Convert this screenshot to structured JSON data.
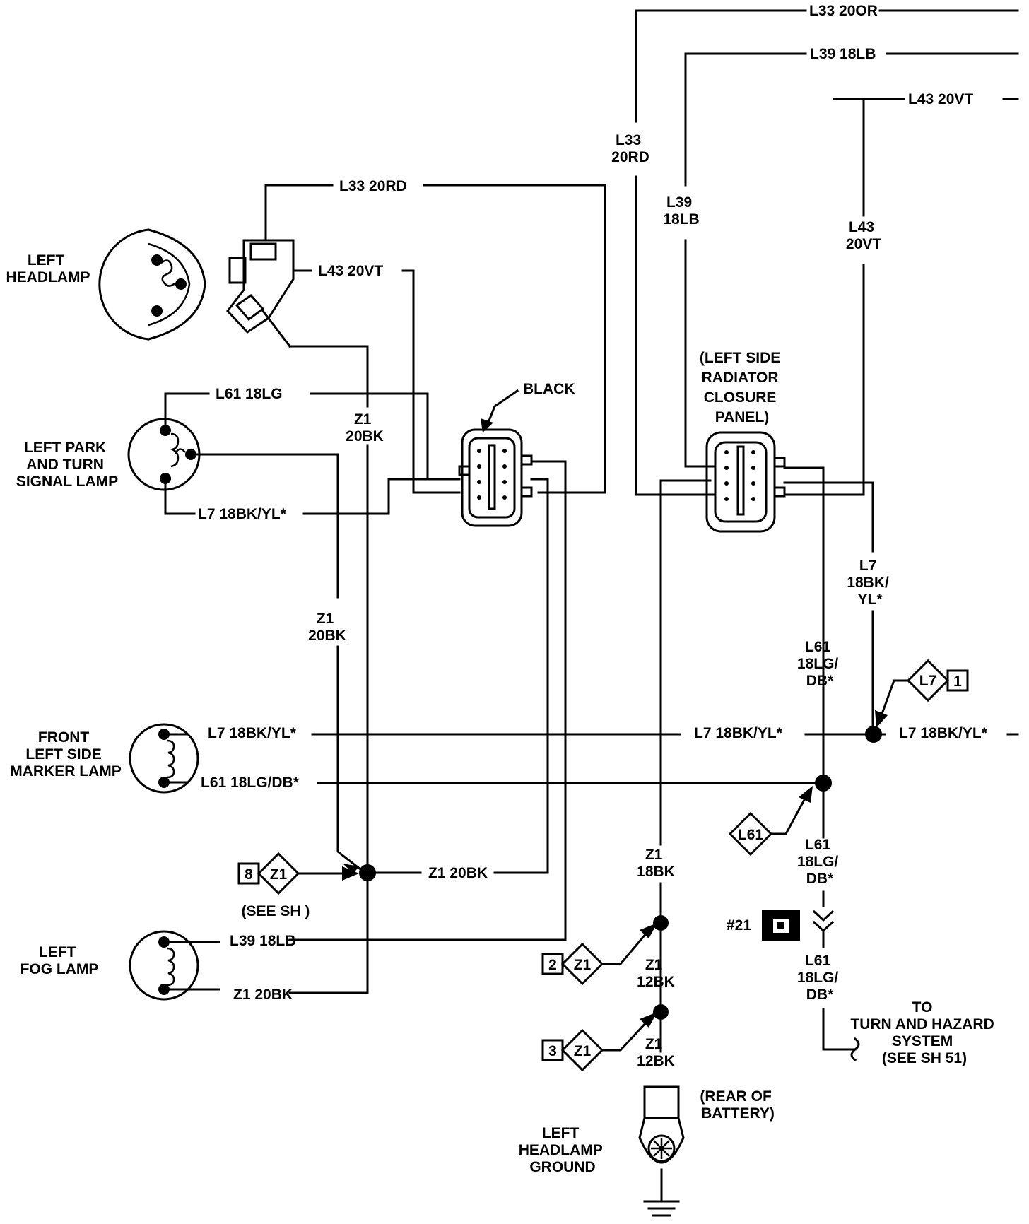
{
  "components": {
    "left_headlamp": [
      "LEFT",
      "HEADLAMP"
    ],
    "left_park_turn": [
      "LEFT PARK",
      "AND TURN",
      "SIGNAL LAMP"
    ],
    "front_marker": [
      "FRONT",
      "LEFT SIDE",
      "MARKER LAMP"
    ],
    "left_fog": [
      "LEFT",
      "FOG LAMP"
    ],
    "left_headlamp_ground": [
      "LEFT",
      "HEADLAMP",
      "GROUND"
    ],
    "black_connector": "BLACK",
    "radiator_panel": [
      "(LEFT SIDE",
      "RADIATOR",
      "CLOSURE",
      "PANEL)"
    ],
    "rear_of_battery": [
      "(REAR OF",
      "BATTERY)"
    ],
    "see_sh": "(SEE SH )",
    "turn_hazard": [
      "TO",
      "TURN AND HAZARD",
      "SYSTEM",
      "(SEE SH 51)"
    ]
  },
  "wires": {
    "top_l33": "L33 20OR",
    "top_l39": "L39 18LB",
    "top_l43": "L43 20VT",
    "v_l33": [
      "L33",
      "20RD"
    ],
    "v_l39": [
      "L39",
      "18LB"
    ],
    "v_l43": [
      "L43",
      "20VT"
    ],
    "hl_l33": "L33 20RD",
    "hl_l43": "L43 20VT",
    "hl_z1": [
      "Z1",
      "20BK"
    ],
    "park_l61": "L61 18LG",
    "park_l7": "L7 18BK/YL*",
    "mid_z1": [
      "Z1",
      "20BK"
    ],
    "marker_l7": "L7 18BK/YL*",
    "marker_l61": "L61 18LG/DB*",
    "mid_l7": "L7 18BK/YL*",
    "right_l7": "L7 18BK/YL*",
    "l7_vert": [
      "L7",
      "18BK/",
      "YL*"
    ],
    "l61_upper": [
      "L61",
      "18LG/",
      "DB*"
    ],
    "l61_mid": [
      "L61",
      "18LG/",
      "DB*"
    ],
    "l61_lower": [
      "L61",
      "18LG/",
      "DB*"
    ],
    "z1_splice": "Z1 20BK",
    "fog_l39": "L39 18LB",
    "fog_z1": "Z1 20BK",
    "ground_z1_a": [
      "Z1",
      "18BK"
    ],
    "ground_z1_b": [
      "Z1",
      "12BK"
    ],
    "ground_z1_c": [
      "Z1",
      "12BK"
    ]
  },
  "refs": {
    "l7_ref": "L7",
    "l7_ref_num": "1",
    "l61_ref": "L61",
    "z1_ref_8": "8",
    "z1_ref_2": "2",
    "z1_ref_3": "3",
    "z1": "Z1",
    "connector_21": "#21"
  }
}
